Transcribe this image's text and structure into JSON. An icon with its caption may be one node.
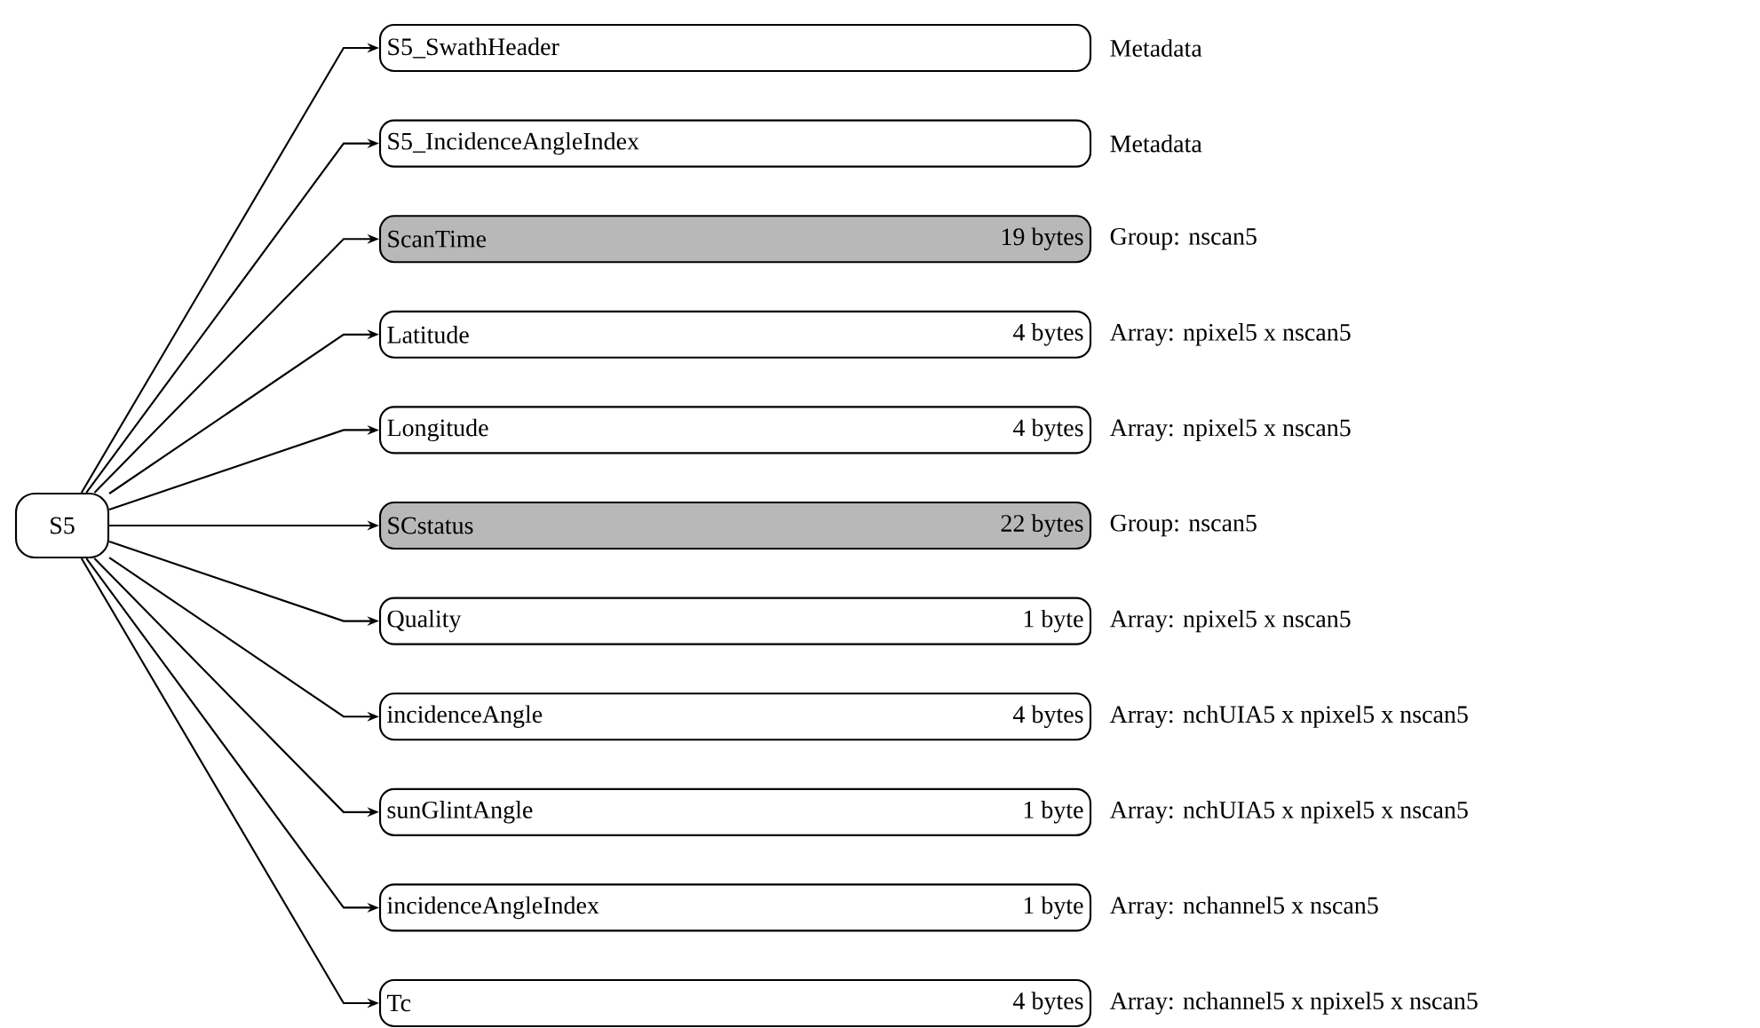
{
  "diagram": {
    "nodes": [
      {
        "text": [
          "S5"
        ]
      },
      {
        "text": [
          "S5_SwathHeader"
        ],
        "beside": [
          "Metadata"
        ]
      },
      {
        "text": [
          "S5_IncidenceAngleIndex"
        ],
        "beside": [
          "Metadata"
        ]
      },
      {
        "text": [
          "ScanTime",
          "19 bytes"
        ],
        "beside": [
          "Group: nscan5"
        ]
      },
      {
        "text": [
          "Latitude",
          "4 bytes"
        ],
        "beside": [
          "Array: npixel5 x nscan5"
        ]
      },
      {
        "text": [
          "Longitude",
          "4 bytes"
        ],
        "beside": [
          "Array: npixel5 x nscan5"
        ]
      },
      {
        "text": [
          "SCstatus",
          "22 bytes"
        ],
        "beside": [
          "Group: nscan5"
        ]
      },
      {
        "text": [
          "Quality",
          "1 byte"
        ],
        "beside": [
          "Array: npixel5 x nscan5"
        ]
      },
      {
        "text": [
          "incidenceAngle",
          "4 bytes"
        ],
        "beside": [
          "Array: nchUIA5 x npixel5 x nscan5"
        ]
      },
      {
        "text": [
          "sunGlintAngle",
          "1 byte"
        ],
        "beside": [
          "Array: nchUIA5 x npixel5 x nscan5"
        ]
      },
      {
        "text": [
          "incidenceAngleIndex",
          "1 byte"
        ],
        "beside": [
          "Array: nchannel5 x nscan5"
        ]
      },
      {
        "text": [
          "Tc",
          "4 bytes"
        ],
        "beside": [
          "Array: nchannel5 x npixel5 x nscan5"
        ]
      }
    ],
    "edges": [
      {
        "from": 0,
        "to": 1,
        "arrow": "to"
      },
      {
        "from": 0,
        "to": 2,
        "arrow": "to"
      },
      {
        "from": 0,
        "to": 3,
        "arrow": "to"
      },
      {
        "from": 0,
        "to": 4,
        "arrow": "to"
      },
      {
        "from": 0,
        "to": 5,
        "arrow": "to"
      },
      {
        "from": 0,
        "to": 6,
        "arrow": "to"
      },
      {
        "from": 0,
        "to": 7,
        "arrow": "to"
      },
      {
        "from": 0,
        "to": 8,
        "arrow": "to"
      },
      {
        "from": 0,
        "to": 9,
        "arrow": "to"
      },
      {
        "from": 0,
        "to": 10,
        "arrow": "to"
      },
      {
        "from": 0,
        "to": 11,
        "arrow": "to"
      }
    ]
  }
}
